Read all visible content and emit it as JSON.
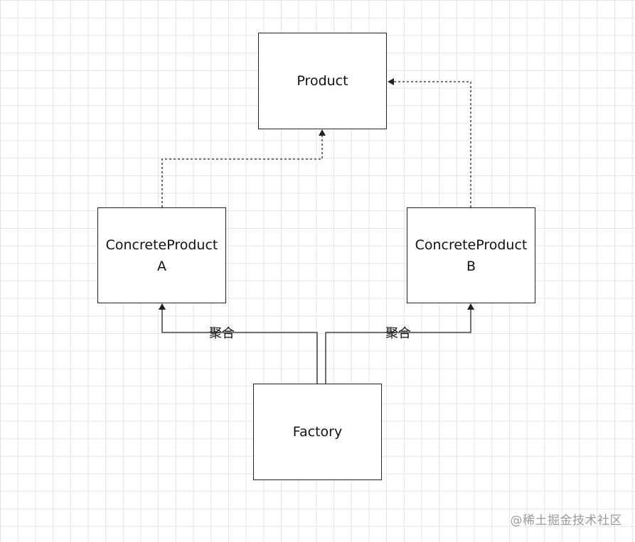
{
  "nodes": {
    "product": {
      "label": "Product"
    },
    "concrete_a": {
      "label_line1": "ConcreteProduct",
      "label_line2": "A"
    },
    "concrete_b": {
      "label_line1": "ConcreteProduct",
      "label_line2": "B"
    },
    "factory": {
      "label": "Factory"
    }
  },
  "edges": {
    "a_to_product": {
      "style": "dashed",
      "kind": "realization"
    },
    "b_to_product": {
      "style": "dashed",
      "kind": "realization"
    },
    "factory_to_a": {
      "style": "solid",
      "label": "聚合"
    },
    "factory_to_b": {
      "style": "solid",
      "label": "聚合"
    }
  },
  "colors": {
    "line": "#222222",
    "grid": "#e3e3e3",
    "watermark": "#9a9a9a"
  },
  "watermark": "@稀土掘金技术社区"
}
